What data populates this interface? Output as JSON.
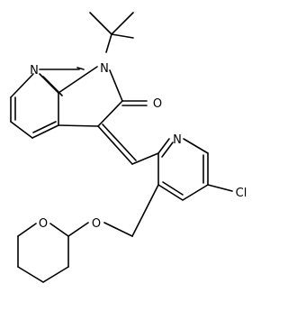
{
  "structure": {
    "atom_labels": {
      "n_pyridine_fused": "N",
      "n_lactam": "N",
      "o_carbonyl": "O",
      "n_pyridine": "N",
      "cl": "Cl",
      "o_ether": "O",
      "o_thp": "O"
    }
  },
  "colors": {
    "ink": "#000000",
    "background": "#ffffff"
  }
}
